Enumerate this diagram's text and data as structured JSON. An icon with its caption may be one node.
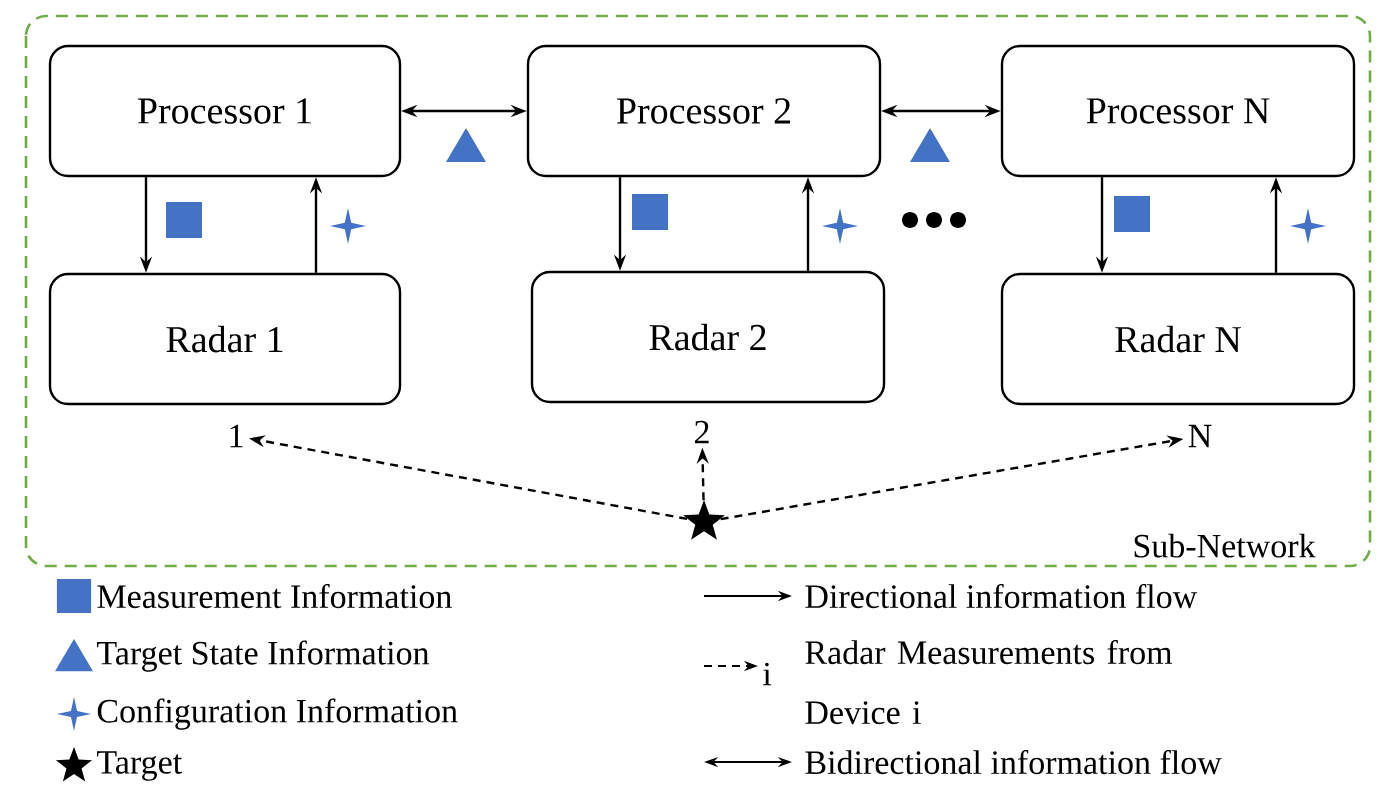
{
  "diagram": {
    "nodes": [
      {
        "text": [
          "Sub-Network"
        ]
      },
      {
        "text": [
          "Processor 1"
        ],
        "in": 0
      },
      {
        "text": [
          "Processor 2"
        ],
        "in": 0
      },
      {
        "text": [
          "Processor N"
        ],
        "in": 0
      },
      {
        "text": [
          "Radar 1"
        ],
        "in": 0
      },
      {
        "text": [
          "Radar 2"
        ],
        "in": 0
      },
      {
        "text": [
          "Radar N"
        ],
        "in": 0
      },
      {
        "text": [
          "1"
        ],
        "in": 0
      },
      {
        "text": [
          "2"
        ],
        "in": 0
      },
      {
        "text": [
          "N"
        ],
        "in": 0
      },
      {
        "text": [],
        "shape": "star",
        "in": 0
      }
    ],
    "edges": [
      {
        "from": 1,
        "to": 2,
        "arrow": "both"
      },
      {
        "from": 2,
        "to": 3,
        "arrow": "both"
      },
      {
        "from": 1,
        "to": 4,
        "arrow": "to"
      },
      {
        "from": 4,
        "to": 1,
        "arrow": "to"
      },
      {
        "from": 2,
        "to": 5,
        "arrow": "to"
      },
      {
        "from": 5,
        "to": 2,
        "arrow": "to"
      },
      {
        "from": 3,
        "to": 6,
        "arrow": "to"
      },
      {
        "from": 6,
        "to": 3,
        "arrow": "to"
      },
      {
        "from": 10,
        "to": 7,
        "arrow": "to",
        "style": "dashed"
      },
      {
        "from": 10,
        "to": 8,
        "arrow": "to",
        "style": "dashed"
      },
      {
        "from": 10,
        "to": 9,
        "arrow": "to",
        "style": "dashed"
      }
    ],
    "labels": [
      "i"
    ],
    "legend": [
      {
        "text": "Measurement Information",
        "color": "#4472c4"
      },
      {
        "text": "Target State Information",
        "color": "#4472c4"
      },
      {
        "text": "Configuration Information",
        "color": "#4472c4"
      },
      {
        "text": "Target",
        "color": "#000000"
      },
      {
        "text": "Directional information flow"
      },
      {
        "text": "Radar Measurements from Device i"
      },
      {
        "text": "Bidirectional information flow"
      }
    ]
  }
}
